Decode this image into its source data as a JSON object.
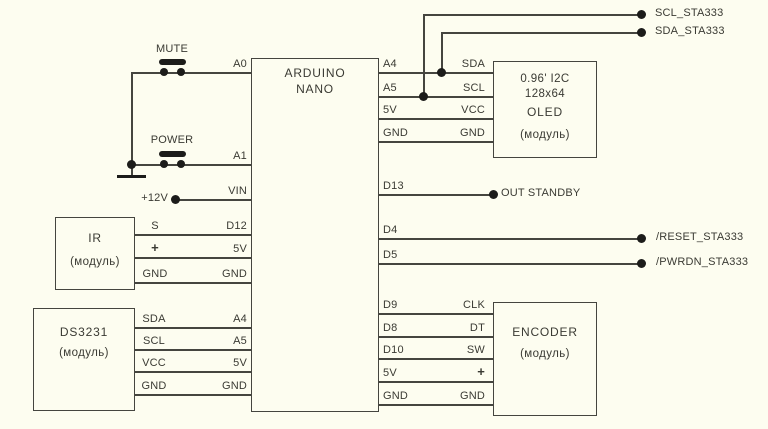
{
  "colors": {
    "background": "#fdfdf0",
    "line": "#45453f",
    "text": "#3a3a33",
    "dot": "#1c1c1a"
  },
  "arduino": {
    "title1": "ARDUINO",
    "title2": "NANO",
    "left_pins": [
      "A0",
      "A1",
      "VIN",
      "D12",
      "5V",
      "GND",
      "A4",
      "A5",
      "5V",
      "GND"
    ],
    "right_pins": [
      "A4",
      "A5",
      "5V",
      "GND",
      "D13",
      "D4",
      "D5",
      "D9",
      "D8",
      "D10",
      "5V",
      "GND"
    ]
  },
  "oled": {
    "lines": [
      "0.96' I2C",
      "128x64",
      "OLED",
      "(модуль)"
    ],
    "pins": [
      "SDA",
      "SCL",
      "VCC",
      "GND"
    ]
  },
  "ir": {
    "lines": [
      "IR",
      "(модуль)"
    ],
    "pins": [
      "S",
      "+",
      "GND"
    ]
  },
  "ds3231": {
    "lines": [
      "DS3231",
      "(модуль)"
    ],
    "pins": [
      "SDA",
      "SCL",
      "VCC",
      "GND"
    ]
  },
  "encoder": {
    "lines": [
      "ENCODER",
      "(модуль)"
    ],
    "pins": [
      "CLK",
      "DT",
      "SW",
      "+",
      "GND"
    ]
  },
  "switches": {
    "mute": "MUTE",
    "power": "POWER"
  },
  "supply": {
    "label": "+12V"
  },
  "nets": {
    "scl": "SCL_STA333",
    "sda": "SDA_STA333",
    "standby": "OUT STANDBY",
    "reset": "/RESET_STA333",
    "pwrdn": "/PWRDN_STA333"
  }
}
